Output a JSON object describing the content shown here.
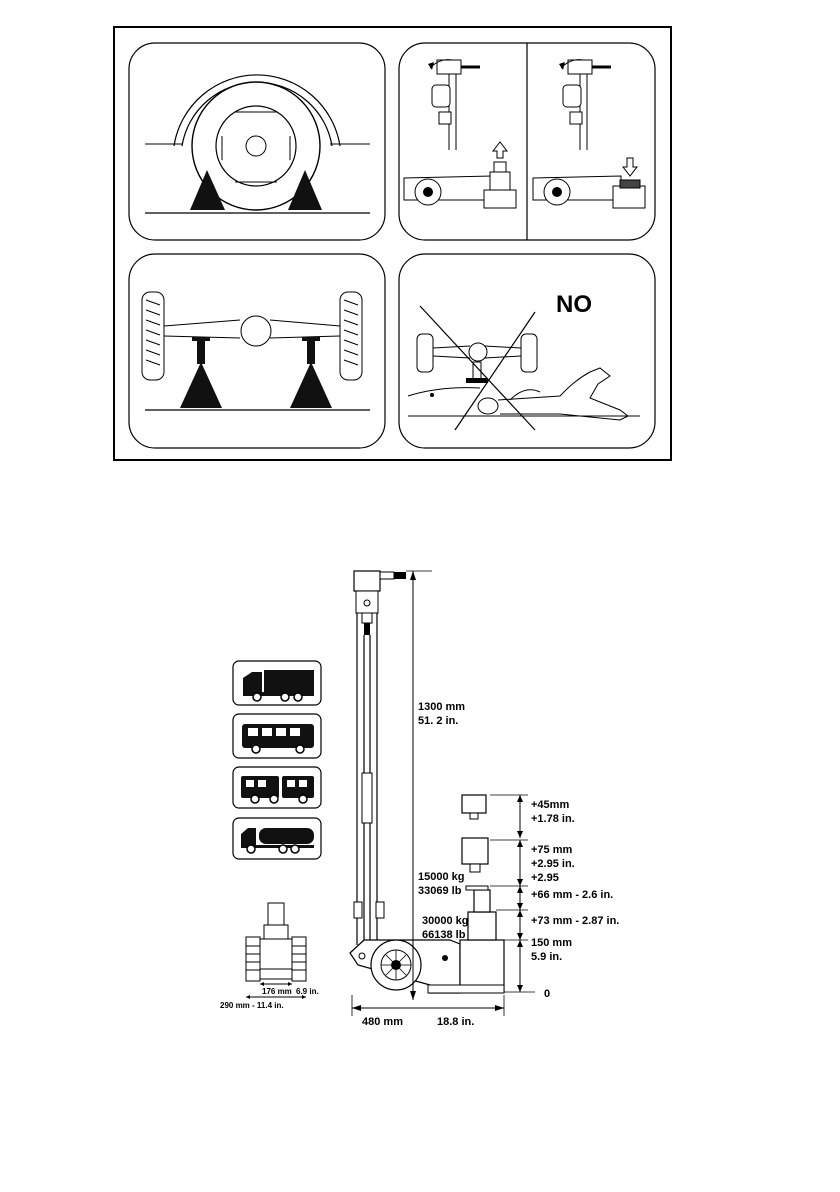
{
  "warning": {
    "no_text": "NO"
  },
  "dimensions": {
    "max_height": {
      "mm": "1300 mm",
      "in": "51. 2 in."
    },
    "ext1": {
      "mm": "+45mm",
      "in": "+1.78 in."
    },
    "ext2": {
      "mm": "+75 mm",
      "in": "+2.95 in.",
      "in2": "+2.95"
    },
    "stage1": {
      "text": "+66 mm - 2.6 in."
    },
    "stage2": {
      "text": "+73 mm - 2.87 in."
    },
    "base": {
      "mm": "150 mm",
      "in": "5.9 in."
    },
    "zero": "0",
    "length": {
      "mm": "480 mm",
      "in": "18.8 in."
    }
  },
  "capacity": {
    "stage1": {
      "kg": "15000 kg",
      "lb": "33069 lb"
    },
    "stage2": {
      "kg": "30000 kg",
      "lb": "66138 lb"
    }
  },
  "front_view": {
    "inner": "176 mm",
    "inner_in": "6.9 in.",
    "outer": "290 mm - 11.4 in."
  },
  "vehicles": [
    "truck-icon",
    "bus-icon",
    "articulated-bus-icon",
    "tanker-truck-icon"
  ]
}
